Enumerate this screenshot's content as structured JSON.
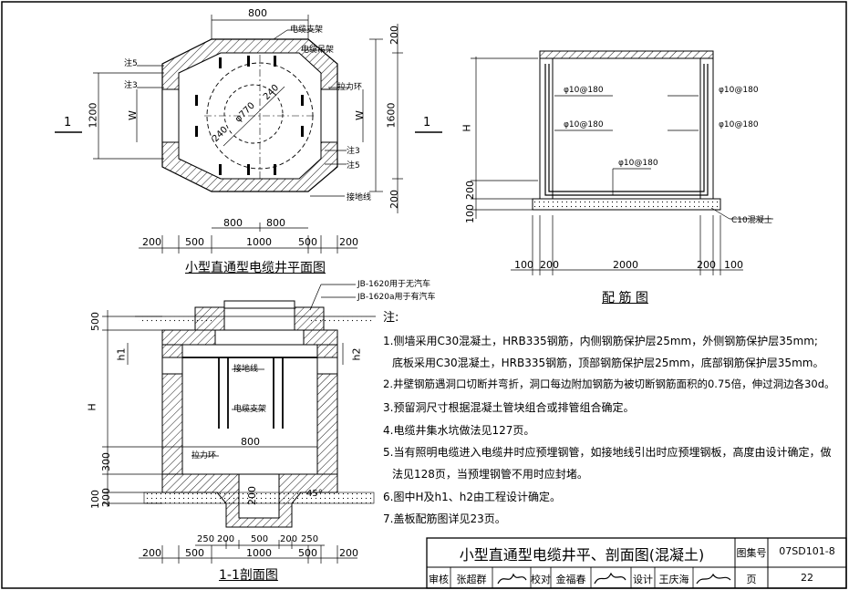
{
  "plan": {
    "title": "小型直通型电缆井平面图",
    "dim_top": "800",
    "dims_bottom": [
      "200",
      "500",
      "1000",
      "500",
      "200"
    ],
    "dims_lower": [
      "800",
      "800"
    ],
    "dim_right_main": "1600",
    "dims_right": [
      "200",
      "200"
    ],
    "dim_left": "1200",
    "w_left": "W",
    "w_right": "W",
    "section_mark": "1",
    "radius_labels": [
      "240",
      "240"
    ],
    "phi_label": "φ770",
    "labels": [
      "电缆支架",
      "电缆吊架",
      "注5",
      "注3",
      "拉力环",
      "注3",
      "注5",
      "接地线"
    ]
  },
  "rebar": {
    "title": "配 筋 图",
    "dim_h": "H",
    "dims_left": [
      "200",
      "100"
    ],
    "dims_bottom": [
      "100",
      "200",
      "2000",
      "200",
      "100"
    ],
    "labels": [
      "φ10@180",
      "φ10@180",
      "φ10@180",
      "φ10@180",
      "φ10@180"
    ],
    "c10": "C10混凝土"
  },
  "section": {
    "title": "1-1剖面图",
    "jb1": "JB-1620用于无汽车",
    "jb2": "JB-1620a用于有汽车",
    "h1": "h1",
    "h2": "h2",
    "dim_h": "H",
    "dims_left": [
      "500",
      "300",
      "100",
      "200"
    ],
    "dims_bottom_top": [
      "250",
      "200",
      "500",
      "200",
      "250"
    ],
    "dims_bottom": [
      "200",
      "500",
      "1000",
      "500",
      "200"
    ],
    "dim_800": "800",
    "dim_200v": "200",
    "angle": "45°",
    "labels": [
      "接地线",
      "电缆支架",
      "拉力环"
    ]
  },
  "notes": {
    "heading": "注:",
    "items": [
      "1.侧墙采用C30混凝土，HRB335钢筋，内侧钢筋保护层25mm，外侧钢筋保护层35mm;",
      "底板采用C30混凝土，HRB335钢筋，顶部钢筋保护层25mm，底部钢筋保护层35mm。",
      "2.井壁钢筋遇洞口切断并弯折，洞口每边附加钢筋为被切断钢筋面积的0.75倍，伸过洞边各30d。",
      "3.预留洞尺寸根据混凝土管块组合或排管组合确定。",
      "4.电缆井集水坑做法见127页。",
      "5.当有照明电缆进入电缆井时应预埋钢管，如接地线引出时应预埋钢板，高度由设计确定，做",
      "法见128页，当预埋钢管不用时应封堵。",
      "6.图中H及h1、h2由工程设计确定。",
      "7.盖板配筋图详见23页。"
    ]
  },
  "titleblock": {
    "title": "小型直通型电缆井平、剖面图(混凝土)",
    "atlas_label": "图集号",
    "atlas_no": "07SD101-8",
    "reviewer_label": "审核",
    "reviewer": "张超群",
    "checker_label": "校对",
    "checker": "金福春",
    "designer_label": "设计",
    "designer": "王庆海",
    "page_label": "页",
    "page_no": "22"
  }
}
